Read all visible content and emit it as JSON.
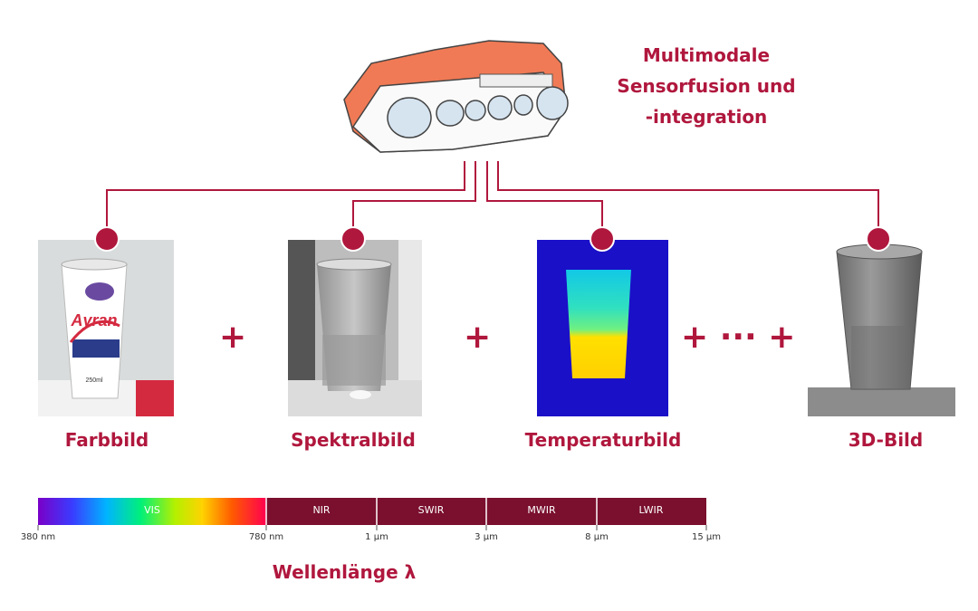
{
  "title": {
    "line1": "Multimodale",
    "line2": "Sensorfusion und",
    "line3": "-integration"
  },
  "modalities": [
    {
      "label": "Farbbild",
      "image": "ayran-cup-photo"
    },
    {
      "label": "Spektralbild",
      "image": "grayscale-spectral-cup"
    },
    {
      "label": "Temperaturbild",
      "image": "thermal-cup-heatmap"
    },
    {
      "label": "3D-Bild",
      "image": "3d-pointcloud-cup"
    }
  ],
  "operators": {
    "plus": "+",
    "ellipsis": "+ ··· +"
  },
  "cup_text": {
    "brand": "Ayran",
    "volume": "250ml"
  },
  "spectrum": {
    "bands": [
      "VIS",
      "NIR",
      "SWIR",
      "MWIR",
      "LWIR"
    ],
    "ticks": [
      "380 nm",
      "780 nm",
      "1 µm",
      "3 µm",
      "8 µm",
      "15 µm"
    ],
    "axis_label": "Wellenlänge λ"
  },
  "colors": {
    "accent": "#b0173d",
    "sensor_orange": "#f07a55",
    "ir_band": "#7a0f2e"
  }
}
